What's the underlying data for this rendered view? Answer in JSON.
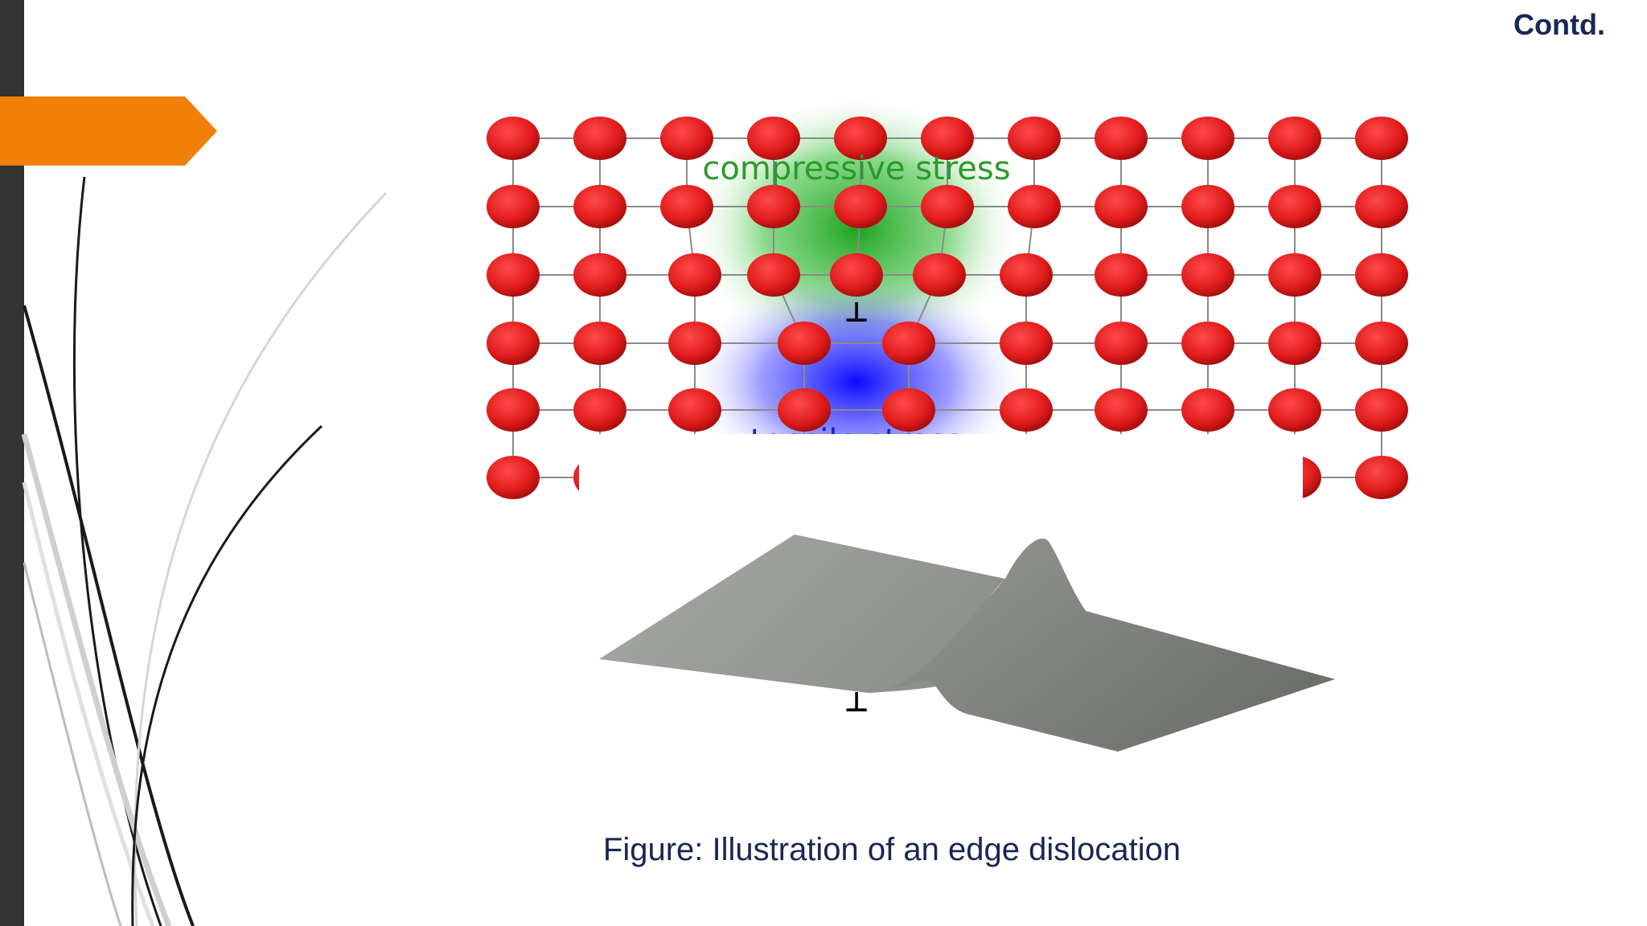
{
  "slide": {
    "title": "Contd.",
    "caption": "Figure: Illustration of an edge dislocation"
  },
  "figure": {
    "compressive_label": "compressive stress",
    "tensile_label": "tensile stress",
    "dislocation_symbol": "⊥",
    "colors": {
      "atom": "#e01b1b",
      "compressive": "#1fa31f",
      "tensile": "#1a1aff",
      "surface": "#8f918d",
      "accent_arrow": "#f0800a"
    }
  }
}
